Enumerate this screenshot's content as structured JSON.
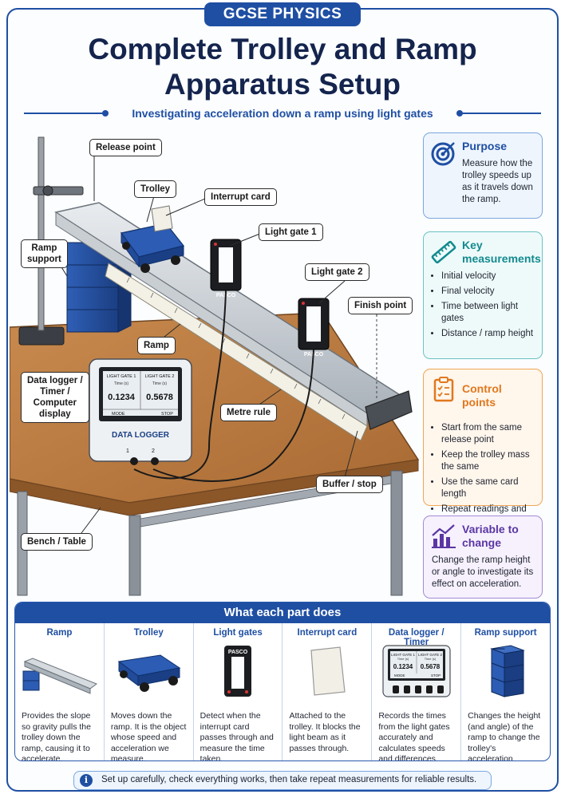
{
  "header": {
    "badge": "GCSE PHYSICS",
    "title_line1": "Complete Trolley and Ramp",
    "title_line2": "Apparatus Setup",
    "subtitle": "Investigating acceleration down a ramp using light gates"
  },
  "diagram": {
    "labels": {
      "release_point": "Release point",
      "trolley": "Trolley",
      "interrupt_card": "Interrupt card",
      "ramp_support_1": "Ramp",
      "ramp_support_2": "support",
      "light_gate_1": "Light gate 1",
      "light_gate_2": "Light gate 2",
      "finish_point": "Finish point",
      "ramp": "Ramp",
      "data_logger_1": "Data logger /",
      "data_logger_2": "Timer /",
      "data_logger_3": "Computer",
      "data_logger_4": "display",
      "metre_rule": "Metre rule",
      "buffer_stop": "Buffer / stop",
      "bench_table": "Bench / Table"
    },
    "gate_brand": "PASCO",
    "logger": {
      "name": "DATA LOGGER",
      "gate1": "LIGHT GATE 1",
      "gate2": "LIGHT GATE 2",
      "time_label": "Time (s)",
      "value1": "0.1234",
      "value2": "0.5678",
      "mode": "MODE",
      "stop": "STOP",
      "port1": "1",
      "port2": "2"
    }
  },
  "panels": {
    "purpose": {
      "title": "Purpose",
      "text": "Measure how the trolley speeds up as it travels down the ramp.",
      "icon": "target-icon",
      "color": "#1f4fa3"
    },
    "key_measurements": {
      "title_1": "Key",
      "title_2": "measurements",
      "items": [
        "Initial velocity",
        "Final velocity",
        "Time between light gates",
        "Distance / ramp height"
      ],
      "icon": "ruler-icon",
      "color": "#138a8f"
    },
    "control_points": {
      "title": "Control points",
      "items": [
        "Start from the same release point",
        "Keep the trolley mass the same",
        "Use the same card length",
        "Repeat readings and calculate a mean"
      ],
      "icon": "clipboard-icon",
      "color": "#e0781e"
    },
    "variable": {
      "title_1": "Variable to",
      "title_2": "change",
      "text": "Change the ramp height or angle to investigate its effect on acceleration.",
      "icon": "bar-chart-icon",
      "color": "#5b36a3"
    }
  },
  "parts": {
    "heading": "What each part does",
    "items": [
      {
        "name": "Ramp",
        "desc": "Provides the slope so gravity pulls the trolley down the ramp, causing it to accelerate."
      },
      {
        "name": "Trolley",
        "desc": "Moves down the ramp. It is the object whose speed and acceleration we measure."
      },
      {
        "name": "Light gates",
        "desc": "Detect when the interrupt card passes through and measure the time taken."
      },
      {
        "name": "Interrupt card",
        "desc": "Attached to the trolley. It blocks the light beam as it passes through."
      },
      {
        "name": "Data logger / Timer",
        "desc": "Records the times from the light gates accurately and calculates speeds and differences."
      },
      {
        "name": "Ramp support",
        "desc": "Changes the height (and angle) of the ramp to change the trolley's acceleration."
      }
    ]
  },
  "footer": {
    "info_glyph": "i",
    "text": "Set up carefully, check everything works, then take repeat measurements for reliable results."
  }
}
